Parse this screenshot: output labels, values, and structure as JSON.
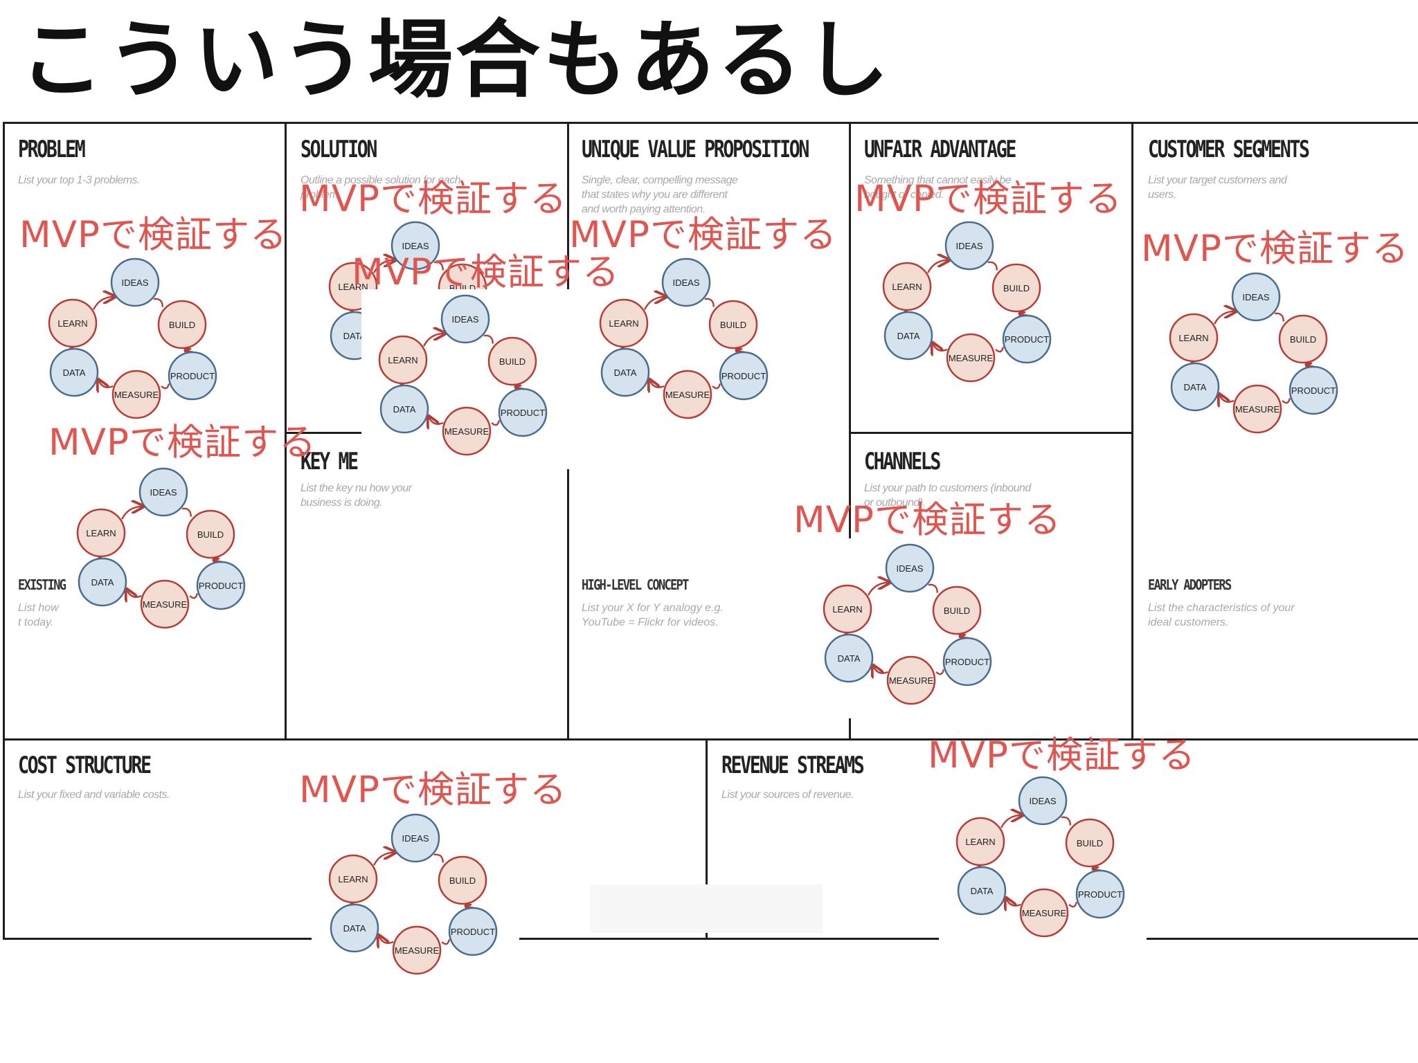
{
  "slide": {
    "title": "こういう場合もあるし"
  },
  "canvas": {
    "problem": {
      "title": "PROBLEM",
      "desc": "List your top 1-3 problems.",
      "existing_title": "EXISTING",
      "existing_desc": "List how t today."
    },
    "solution": {
      "title": "SOLUTION",
      "desc": "Outline a possible solution for each problem."
    },
    "key_metrics": {
      "title": "KEY ME",
      "desc": "List the key nu how your business is doing."
    },
    "uvp": {
      "title": "UNIQUE VALUE PROPOSITION",
      "desc": "Single, clear, compelling message that states why you are different and worth paying attention.",
      "concept_title": "HIGH-LEVEL CONCEPT",
      "concept_desc": "List your X for Y analogy e.g. YouTube = Flickr for videos."
    },
    "unfair_advantage": {
      "title": "UNFAIR ADVANTAGE",
      "desc": "Something that cannot easily be bought or copied."
    },
    "channels": {
      "title": "CHANNELS",
      "desc": "List your path to customers (inbound or outbound)."
    },
    "customer_segments": {
      "title": "CUSTOMER SEGMENTS",
      "desc": "List your target customers and users.",
      "adopters_title": "EARLY ADOPTERS",
      "adopters_desc": "List the characteristics of your ideal customers."
    },
    "cost_structure": {
      "title": "COST STRUCTURE",
      "desc": "List your fixed and variable costs."
    },
    "revenue_streams": {
      "title": "REVENUE STREAMS",
      "desc": "List your sources of revenue."
    }
  },
  "overlay": {
    "label": "MVPで検証する",
    "cycle_nodes": [
      "IDEAS",
      "BUILD",
      "PRODUCT",
      "MEASURE",
      "DATA",
      "LEARN"
    ],
    "colors": {
      "label": "#e05550",
      "learn_fill": "#f3dcd1",
      "learn_stroke": "#b83c36",
      "data_fill": "#d5e3ef",
      "data_stroke": "#4a6d8e",
      "arrow": "#b83c36"
    }
  }
}
